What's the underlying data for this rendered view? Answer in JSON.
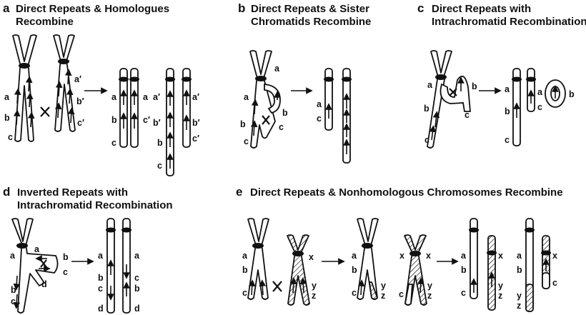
{
  "panels": {
    "a": {
      "letter": "a",
      "title_line1": "Direct Repeats & Homologues",
      "title_line2": "Recombine"
    },
    "b": {
      "letter": "b",
      "title_line1": "Direct Repeats & Sister",
      "title_line2": "Chromatids Recombine"
    },
    "c": {
      "letter": "c",
      "title_line1": "Direct Repeats with",
      "title_line2": "Intrachromatid Recombination"
    },
    "d": {
      "letter": "d",
      "title_line1": "Inverted Repeats with",
      "title_line2": "Intrachromatid Recombination"
    },
    "e": {
      "letter": "e",
      "title_line1": "Direct Repeats & Nonhomologous Chromosomes Recombine"
    }
  },
  "labels": {
    "a": "a",
    "b": "b",
    "c": "c",
    "d": "d",
    "a_prime": "a′",
    "b_prime": "b′",
    "c_prime": "c′",
    "x": "x",
    "y": "y",
    "z": "z"
  }
}
